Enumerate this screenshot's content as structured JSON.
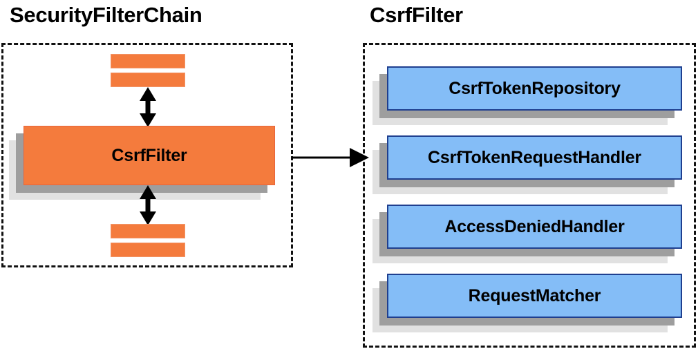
{
  "diagram": {
    "type": "architecture-block-diagram",
    "background": "#ffffff",
    "palette": {
      "orange_fill": "#f47b3d",
      "orange_border": "#e8643a",
      "blue_fill": "#84bdf7",
      "blue_border": "#1f3f8f",
      "shadow_dark": "#9e9e9e",
      "shadow_light": "#e1e1e1",
      "outline": "#111111",
      "text": "#000000"
    }
  },
  "groups": {
    "left": {
      "title": "SecurityFilterChain",
      "border_style": "dashed",
      "nodes": [
        {
          "label": "",
          "shape": "bar",
          "color": "orange"
        },
        {
          "label": "",
          "shape": "bar",
          "color": "orange"
        },
        {
          "label": "CsrfFilter",
          "shape": "box",
          "color": "orange"
        },
        {
          "label": "",
          "shape": "bar",
          "color": "orange"
        },
        {
          "label": "",
          "shape": "bar",
          "color": "orange"
        }
      ]
    },
    "right": {
      "title": "CsrfFilter",
      "border_style": "dashed",
      "nodes": [
        {
          "label": "CsrfTokenRepository",
          "shape": "box",
          "color": "blue"
        },
        {
          "label": "CsrfTokenRequestHandler",
          "shape": "box",
          "color": "blue"
        },
        {
          "label": "AccessDeniedHandler",
          "shape": "box",
          "color": "blue"
        },
        {
          "label": "RequestMatcher",
          "shape": "box",
          "color": "blue"
        }
      ]
    }
  },
  "connectors": [
    {
      "name": "csrffilter-up",
      "from": "CsrfFilter",
      "to": "filter-above",
      "style": "double-headed-vertical"
    },
    {
      "name": "csrffilter-down",
      "from": "CsrfFilter",
      "to": "filter-below",
      "style": "double-headed-vertical"
    },
    {
      "name": "chain-to-detail",
      "from": "SecurityFilterChain",
      "to": "CsrfFilter",
      "style": "single-headed-horizontal"
    }
  ]
}
